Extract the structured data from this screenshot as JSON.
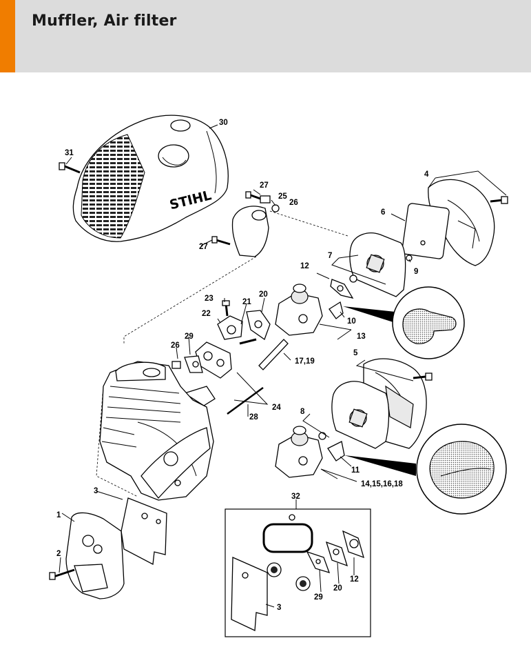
{
  "header": {
    "title": "Muffler, Air filter",
    "accent_color": "#f07d00",
    "background": "#dcdcdc"
  },
  "diagram": {
    "brand_logo": "STIHL",
    "labels": {
      "l30": "30",
      "l31": "31",
      "l4": "4",
      "l27a": "27",
      "l25": "25",
      "l26a": "26",
      "l6": "6",
      "l27b": "27",
      "l7": "7",
      "l9": "9",
      "l12a": "12",
      "l23": "23",
      "l21": "21",
      "l20a": "20",
      "l22": "22",
      "l10": "10",
      "l13": "13",
      "l29a": "29",
      "l26b": "26",
      "l17_19": "17,19",
      "l5": "5",
      "l24": "24",
      "l28": "28",
      "l8": "8",
      "l11": "11",
      "l14_18": "14,15,16,18",
      "l3a": "3",
      "l32": "32",
      "l1": "1",
      "l2": "2",
      "l29b": "29",
      "l20b": "20",
      "l12b": "12",
      "l3b": "3"
    }
  }
}
